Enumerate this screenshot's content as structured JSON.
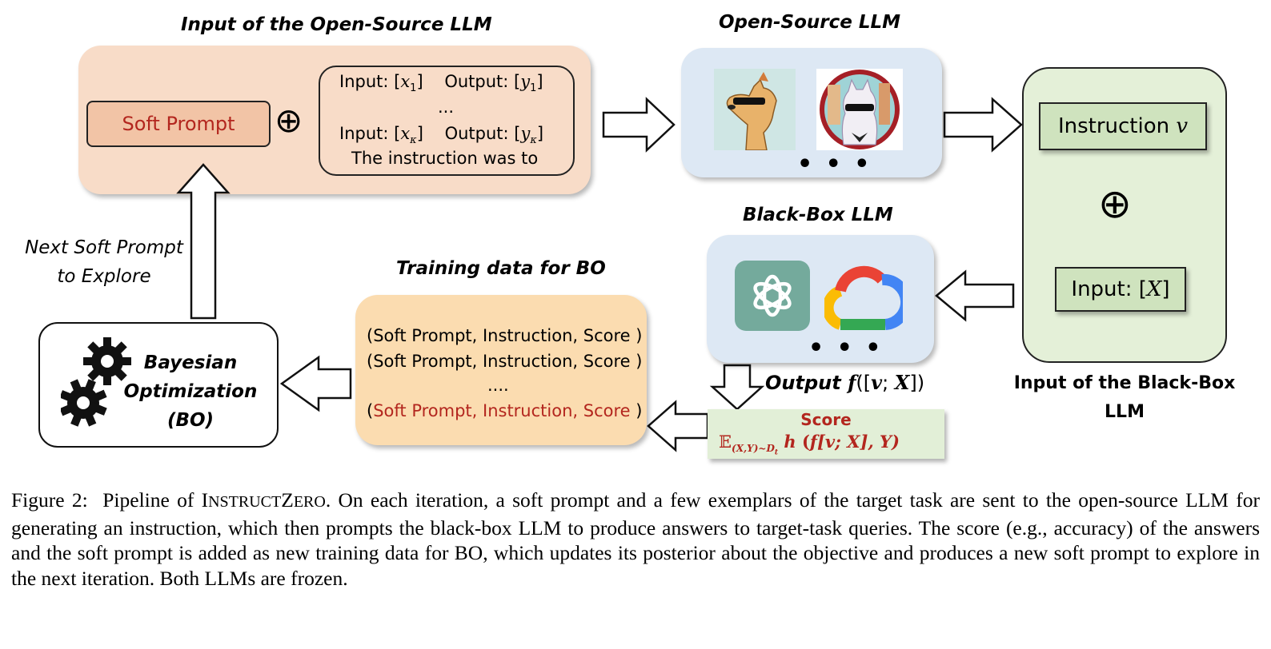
{
  "titles": {
    "input_open": "Input of the Open-Source LLM",
    "open_llm": "Open-Source  LLM",
    "black_box": "Black-Box LLM",
    "training_data": "Training data for BO",
    "input_black_l1": "Input of the Black-Box",
    "input_black_l2": "LLM"
  },
  "input_panel": {
    "soft_prompt": "Soft Prompt",
    "oplus": "⊕",
    "row1_input": "Input: [",
    "row1_x": "x",
    "row1_xsub": "1",
    "row1_output": "]    Output: [",
    "row1_y": "y",
    "row1_ysub": "1",
    "row1_close": "]",
    "ellipsis": "...",
    "row2_input": "Input: [",
    "row2_x": "x",
    "row2_xsub": "κ",
    "row2_output": "]    Output: [",
    "row2_y": "y",
    "row2_ysub": "κ",
    "row2_close": "]",
    "instruction_text": "The instruction was to"
  },
  "open_llm": {
    "more": "• • •",
    "image1": "llama-mascot-sunglasses",
    "image2": "alpaca-avatar-round"
  },
  "black_llm": {
    "more": "• • •",
    "logo1": "openai-logo",
    "logo2": "google-cloud-logo"
  },
  "black_input": {
    "instruction_label": "Instruction ",
    "instruction_var": "v",
    "oplus": "⊕",
    "input_label": "Input: [",
    "input_var": "X",
    "input_close": "]"
  },
  "output_label": {
    "word": "Output ",
    "f": "f",
    "args": "([",
    "v": "v",
    "sep": "; ",
    "X": "X",
    "close": "])"
  },
  "score_box": {
    "title": "Score",
    "E": "𝔼",
    "sub": "(X,Y)~D",
    "subsub": "t",
    "h": " h",
    "rest_open": " (",
    "f": "f",
    "rest": "[v; X], Y)"
  },
  "training": {
    "rows": [
      "(Soft Prompt, Instruction, Score )",
      "(Soft Prompt, Instruction, Score )",
      "....",
      "Soft Prompt, Instruction, Score"
    ],
    "row_last_open": "(",
    "row_last_close": " )"
  },
  "bo": {
    "line1": "Bayesian",
    "line2": "Optimization",
    "line3": "(BO)",
    "icon": "gears-icon"
  },
  "next_label": {
    "line1": "Next Soft Prompt",
    "line2": "to Explore"
  },
  "caption": {
    "prefix": "Figure 2:  Pipeline of ",
    "name_I": "I",
    "name_nstruct": "NSTRUCT",
    "name_Z": "Z",
    "name_ero": "ERO",
    "text": ". On each iteration, a soft prompt and a few exemplars of the target task are sent to the open-source LLM for generating an instruction, which then prompts the black-box LLM to produce answers to target-task queries. The score (e.g., accuracy) of the answers and the soft prompt is added as new training data for BO, which updates its posterior about the objective and produces a new soft prompt to explore in the next iteration. Both LLMs are frozen."
  },
  "colors": {
    "input_panel": "#f8dcc8",
    "soft_prompt": "#f2c4a6",
    "blue_panel": "#dde8f4",
    "green_panel": "#e4f0d8",
    "green_box": "#cfe3be",
    "training_panel": "#fbdcb0",
    "score_box": "#e2efd7",
    "red_text": "#b3261e"
  }
}
